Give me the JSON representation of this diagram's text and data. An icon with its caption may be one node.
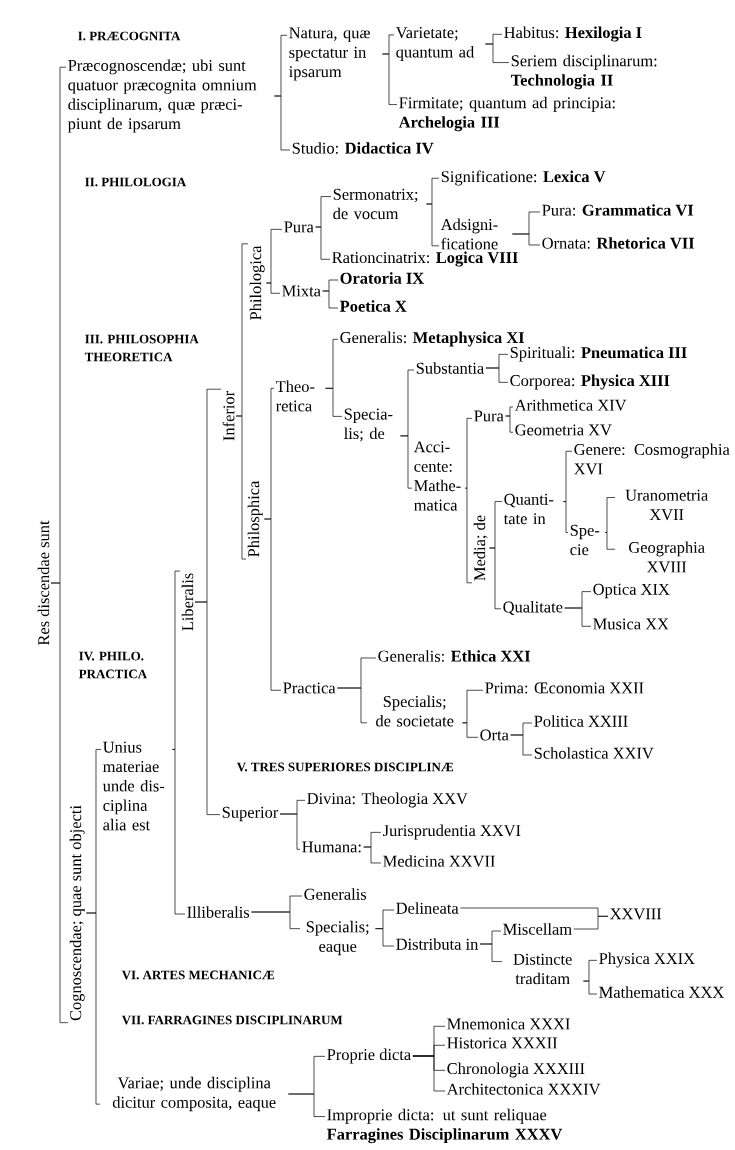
{
  "diagram": {
    "nodes": [
      {
        "text": [
          "Res discendae sunt"
        ]
      },
      {
        "text": [
          "Præcognoscendæ; ubi sunt quatuor præcognita omnium disciplinarum, quæ præci- piunt de ipsarum"
        ]
      },
      {
        "text": [
          "Natura, quæ spectatur in ipsarum"
        ]
      },
      {
        "text": [
          "Varietate; quantum ad"
        ]
      },
      {
        "text": [
          "Habitus: **Hexilogia I**"
        ]
      },
      {
        "text": [
          "Seriem disciplinarum: **Technologia II**"
        ]
      },
      {
        "text": [
          "Firmitate; quantum ad principia: **Archelogia III**"
        ]
      },
      {
        "text": [
          "Studio: **Didactica IV**"
        ]
      },
      {
        "text": [
          "Cognoscendae; quae sunt objecti"
        ]
      },
      {
        "text": [
          "Unius materiae unde dis- ciplina alia est"
        ]
      },
      {
        "text": [
          "Liberalis"
        ]
      },
      {
        "text": [
          "Inferior"
        ]
      },
      {
        "text": [
          "Philologica"
        ]
      },
      {
        "text": [
          "Pura"
        ]
      },
      {
        "text": [
          "Sermonatrix; de vocum"
        ]
      },
      {
        "text": [
          "Significatione: **Lexica V**"
        ]
      },
      {
        "text": [
          "Adsigni- ficatione"
        ]
      },
      {
        "text": [
          "Pura: **Grammatica VI**"
        ]
      },
      {
        "text": [
          "Ornata: **Rhetorica VII**"
        ]
      },
      {
        "text": [
          "Rationcinatrix: **Logica VIII**"
        ]
      },
      {
        "text": [
          "Mixta"
        ]
      },
      {
        "text": [
          "Oratoria IX"
        ]
      },
      {
        "text": [
          "Poetica X"
        ]
      },
      {
        "text": [
          "Philosphica"
        ]
      },
      {
        "text": [
          "Theo- retica"
        ]
      },
      {
        "text": [
          "Generalis: **Metaphysica XI**"
        ]
      },
      {
        "text": [
          "Specia- lis; de"
        ]
      },
      {
        "text": [
          "Substantia"
        ]
      },
      {
        "text": [
          "Spirituali: **Pneumatica III**"
        ]
      },
      {
        "text": [
          "Corporea: **Physica XIII**"
        ]
      },
      {
        "text": [
          "Acci- cente: Mathe- matica"
        ]
      },
      {
        "text": [
          "Pura"
        ]
      },
      {
        "text": [
          "Arithmetica XIV"
        ]
      },
      {
        "text": [
          "Geometria XV"
        ]
      },
      {
        "text": [
          "Media; de"
        ]
      },
      {
        "text": [
          "Quanti- tate in"
        ]
      },
      {
        "text": [
          "Genere: Cosmographia XVI"
        ]
      },
      {
        "text": [
          "Spe- cie"
        ]
      },
      {
        "text": [
          "Uranometria XVII"
        ]
      },
      {
        "text": [
          "Geographia XVIII"
        ]
      },
      {
        "text": [
          "Qualitate"
        ]
      },
      {
        "text": [
          "Optica XIX"
        ]
      },
      {
        "text": [
          "Musica XX"
        ]
      },
      {
        "text": [
          "Practica"
        ]
      },
      {
        "text": [
          "Generalis: **Ethica XXI**"
        ]
      },
      {
        "text": [
          "Specialis; de societate"
        ]
      },
      {
        "text": [
          "Prima: Œconomia XXII"
        ]
      },
      {
        "text": [
          "Orta"
        ]
      },
      {
        "text": [
          "Politica XXIII"
        ]
      },
      {
        "text": [
          "Scholastica XXIV"
        ]
      },
      {
        "text": [
          "Superior"
        ]
      },
      {
        "text": [
          "Divina: Theologia XXV"
        ]
      },
      {
        "text": [
          "Humana:"
        ]
      },
      {
        "text": [
          "Jurisprudentia XXVI"
        ]
      },
      {
        "text": [
          "Medicina XXVII"
        ]
      },
      {
        "text": [
          "Illiberalis"
        ]
      },
      {
        "text": [
          "Generalis"
        ]
      },
      {
        "text": [
          "Specialis; eaque"
        ]
      },
      {
        "text": [
          "Delineata"
        ]
      },
      {
        "text": [
          "Distributa in"
        ]
      },
      {
        "text": [
          "Miscellam"
        ]
      },
      {
        "text": [
          "XXVIII"
        ]
      },
      {
        "text": [
          "Distincte traditam"
        ]
      },
      {
        "text": [
          "Physica XXIX"
        ]
      },
      {
        "text": [
          "Mathematica XXX"
        ]
      },
      {
        "text": [
          "Variae; unde disciplina dicitur composita, eaque"
        ]
      },
      {
        "text": [
          "Proprie dicta"
        ]
      },
      {
        "text": [
          "Mnemonica XXXI"
        ]
      },
      {
        "text": [
          "Historica XXXII"
        ]
      },
      {
        "text": [
          "Chronologia XXXIII"
        ]
      },
      {
        "text": [
          "Architectonica XXXIV"
        ]
      },
      {
        "text": [
          "Improprie dicta: ut sunt reliquae **Farragines Disciplinarum XXXV**"
        ]
      }
    ],
    "edges": [
      {
        "from": 0,
        "to": 1,
        "arrow": "none"
      },
      {
        "from": 0,
        "to": 8,
        "arrow": "none"
      },
      {
        "from": 1,
        "to": 2,
        "arrow": "none"
      },
      {
        "from": 1,
        "to": 7,
        "arrow": "none"
      },
      {
        "from": 2,
        "to": 3,
        "arrow": "none"
      },
      {
        "from": 2,
        "to": 6,
        "arrow": "none"
      },
      {
        "from": 3,
        "to": 4,
        "arrow": "none"
      },
      {
        "from": 3,
        "to": 5,
        "arrow": "none"
      },
      {
        "from": 8,
        "to": 9,
        "arrow": "none"
      },
      {
        "from": 8,
        "to": 65,
        "arrow": "none"
      },
      {
        "from": 9,
        "to": 10,
        "arrow": "none"
      },
      {
        "from": 9,
        "to": 55,
        "arrow": "none"
      },
      {
        "from": 10,
        "to": 11,
        "arrow": "none"
      },
      {
        "from": 10,
        "to": 50,
        "arrow": "none"
      },
      {
        "from": 11,
        "to": 12,
        "arrow": "none"
      },
      {
        "from": 11,
        "to": 23,
        "arrow": "none"
      },
      {
        "from": 12,
        "to": 13,
        "arrow": "none"
      },
      {
        "from": 12,
        "to": 20,
        "arrow": "none"
      },
      {
        "from": 13,
        "to": 14,
        "arrow": "none"
      },
      {
        "from": 13,
        "to": 19,
        "arrow": "none"
      },
      {
        "from": 14,
        "to": 15,
        "arrow": "none"
      },
      {
        "from": 14,
        "to": 16,
        "arrow": "none"
      },
      {
        "from": 16,
        "to": 17,
        "arrow": "none"
      },
      {
        "from": 16,
        "to": 18,
        "arrow": "none"
      },
      {
        "from": 20,
        "to": 21,
        "arrow": "none"
      },
      {
        "from": 20,
        "to": 22,
        "arrow": "none"
      },
      {
        "from": 23,
        "to": 24,
        "arrow": "none"
      },
      {
        "from": 23,
        "to": 43,
        "arrow": "none"
      },
      {
        "from": 24,
        "to": 25,
        "arrow": "none"
      },
      {
        "from": 24,
        "to": 26,
        "arrow": "none"
      },
      {
        "from": 26,
        "to": 27,
        "arrow": "none"
      },
      {
        "from": 26,
        "to": 30,
        "arrow": "none"
      },
      {
        "from": 27,
        "to": 28,
        "arrow": "none"
      },
      {
        "from": 27,
        "to": 29,
        "arrow": "none"
      },
      {
        "from": 30,
        "to": 31,
        "arrow": "none"
      },
      {
        "from": 30,
        "to": 34,
        "arrow": "none"
      },
      {
        "from": 31,
        "to": 32,
        "arrow": "none"
      },
      {
        "from": 31,
        "to": 33,
        "arrow": "none"
      },
      {
        "from": 34,
        "to": 35,
        "arrow": "none"
      },
      {
        "from": 34,
        "to": 40,
        "arrow": "none"
      },
      {
        "from": 35,
        "to": 36,
        "arrow": "none"
      },
      {
        "from": 35,
        "to": 37,
        "arrow": "none"
      },
      {
        "from": 37,
        "to": 38,
        "arrow": "none"
      },
      {
        "from": 37,
        "to": 39,
        "arrow": "none"
      },
      {
        "from": 40,
        "to": 41,
        "arrow": "none"
      },
      {
        "from": 40,
        "to": 42,
        "arrow": "none"
      },
      {
        "from": 43,
        "to": 44,
        "arrow": "none"
      },
      {
        "from": 43,
        "to": 45,
        "arrow": "none"
      },
      {
        "from": 45,
        "to": 46,
        "arrow": "none"
      },
      {
        "from": 45,
        "to": 47,
        "arrow": "none"
      },
      {
        "from": 47,
        "to": 48,
        "arrow": "none"
      },
      {
        "from": 47,
        "to": 49,
        "arrow": "none"
      },
      {
        "from": 50,
        "to": 51,
        "arrow": "none"
      },
      {
        "from": 50,
        "to": 52,
        "arrow": "none"
      },
      {
        "from": 52,
        "to": 53,
        "arrow": "none"
      },
      {
        "from": 52,
        "to": 54,
        "arrow": "none"
      },
      {
        "from": 55,
        "to": 56,
        "arrow": "none"
      },
      {
        "from": 55,
        "to": 57,
        "arrow": "none"
      },
      {
        "from": 57,
        "to": 58,
        "arrow": "none"
      },
      {
        "from": 57,
        "to": 59,
        "arrow": "none"
      },
      {
        "from": 58,
        "to": 61,
        "arrow": "none"
      },
      {
        "from": 59,
        "to": 60,
        "arrow": "none"
      },
      {
        "from": 59,
        "to": 62,
        "arrow": "none"
      },
      {
        "from": 60,
        "to": 61,
        "arrow": "none"
      },
      {
        "from": 62,
        "to": 63,
        "arrow": "none"
      },
      {
        "from": 62,
        "to": 64,
        "arrow": "none"
      },
      {
        "from": 65,
        "to": 66,
        "arrow": "none"
      },
      {
        "from": 65,
        "to": 71,
        "arrow": "none"
      },
      {
        "from": 66,
        "to": 67,
        "arrow": "none"
      },
      {
        "from": 66,
        "to": 68,
        "arrow": "none"
      },
      {
        "from": 66,
        "to": 69,
        "arrow": "none"
      },
      {
        "from": 66,
        "to": 70,
        "arrow": "none"
      }
    ],
    "labels": [
      "I. PRÆCOGNITA",
      "II. PHILOLOGIA",
      "III. PHILOSOPHIA THEORETICA",
      "IV. PHILO. PRACTICA",
      "V. TRES SUPERIORES DISCIPLINÆ",
      "VI. ARTES MECHANICÆ",
      "VII. FARRAGINES DISCIPLINARUM"
    ]
  }
}
